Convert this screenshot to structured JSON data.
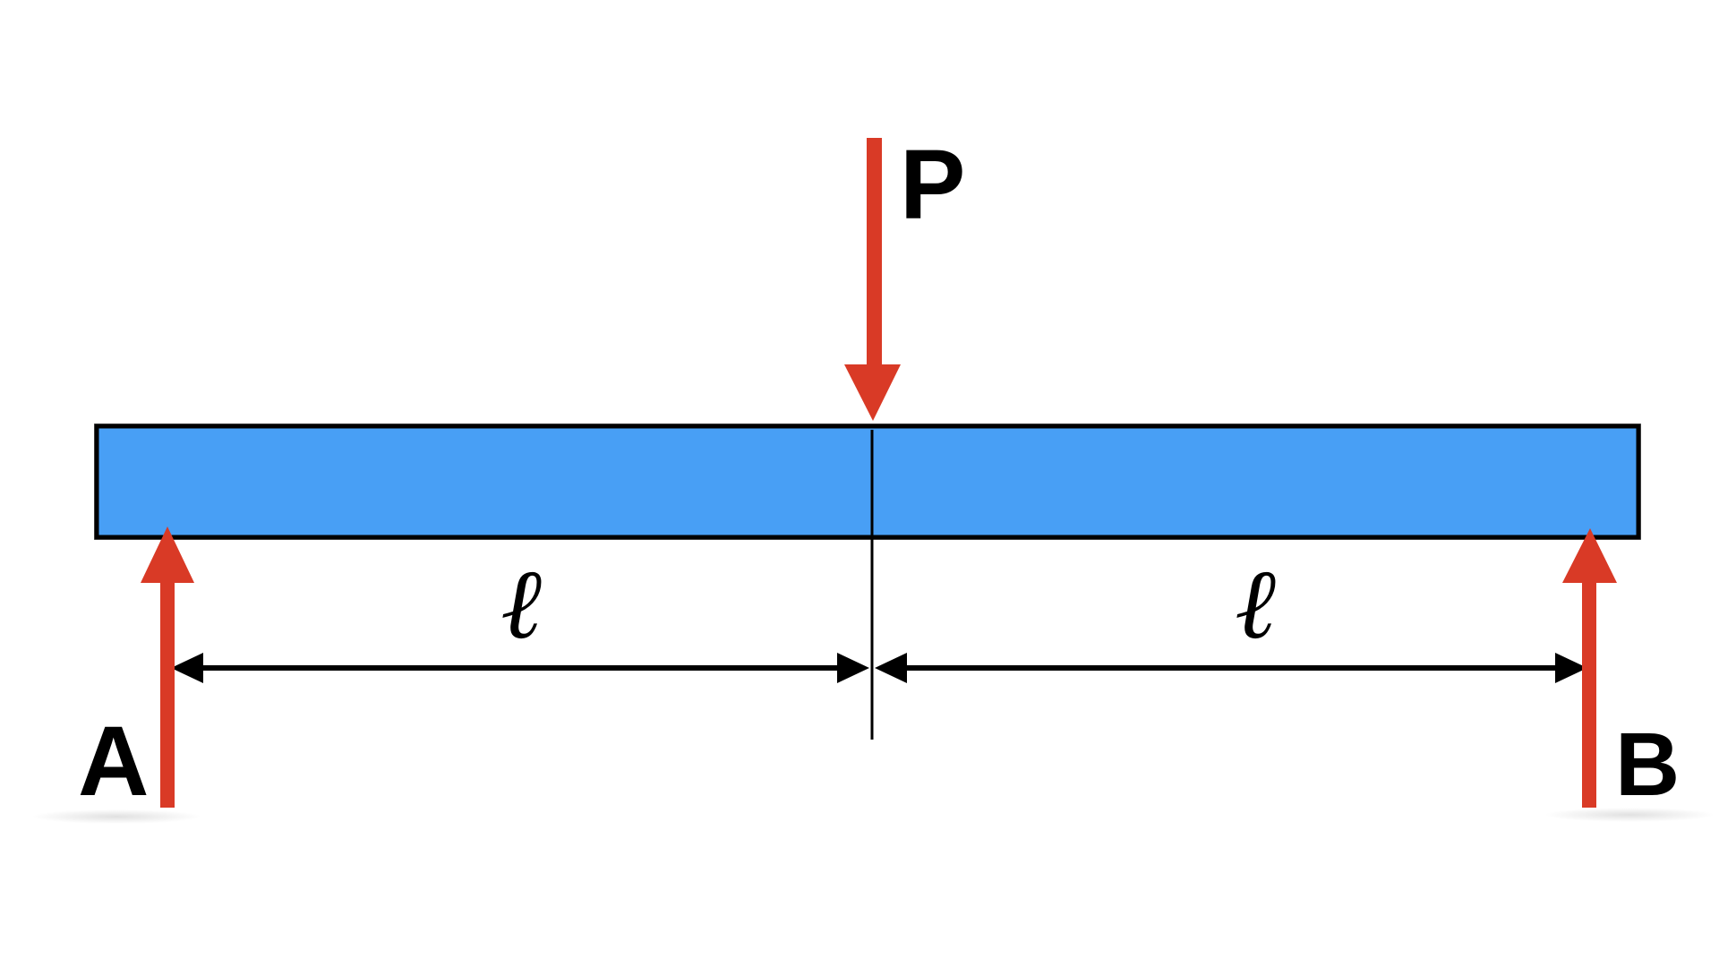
{
  "diagram": {
    "type": "simply-supported beam with central point load",
    "labels": {
      "load": "P",
      "support_left": "A",
      "support_right": "B",
      "span_left": "ℓ",
      "span_right": "ℓ"
    },
    "colors": {
      "beam_fill": "#489ff5",
      "beam_outline": "#000000",
      "force_arrow": "#d93a26",
      "dimension_line": "#000000",
      "background": "#ffffff"
    }
  }
}
